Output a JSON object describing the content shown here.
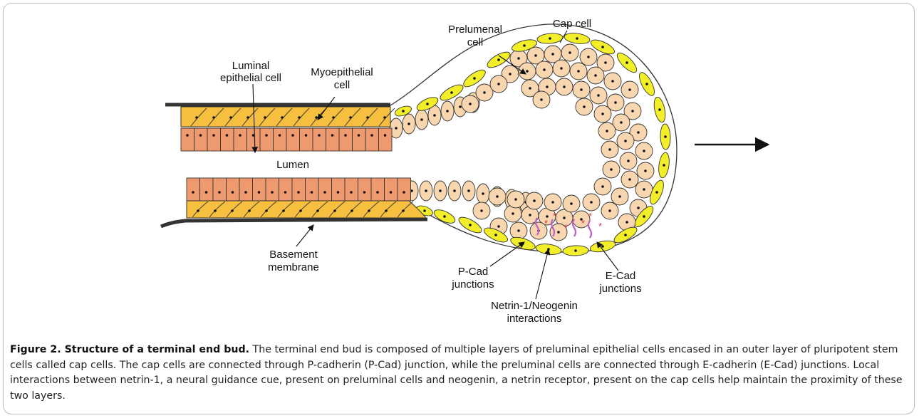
{
  "labels": {
    "prelumenal_cell_1": "Prelumenal",
    "prelumenal_cell_2": "cell",
    "cap_cell": "Cap cell",
    "luminal_1": "Luminal",
    "luminal_2": "epithelial cell",
    "myo_1": "Myoepithelial",
    "myo_2": "cell",
    "lumen": "Lumen",
    "basement_1": "Basement",
    "basement_2": "membrane",
    "pcad_1": "P-Cad",
    "pcad_2": "junctions",
    "ecad_1": "E-Cad",
    "ecad_2": "junctions",
    "netrin_1": "Netrin-1/Neogenin",
    "netrin_2": "interactions"
  },
  "caption": {
    "title": "Figure 2. Structure of a terminal end bud.",
    "body": " The terminal end bud is composed of multiple layers of preluminal epithelial cells encased in an outer layer of pluripotent stem cells called cap cells. The cap cells are connected through P-cadherin (P-Cad) junction, while the preluminal cells are connected through E-cadherin (E-Cad) junctions. Local interactions between netrin-1, a neural guidance cue, present on preluminal cells and neogenin, a netrin receptor, present on the cap cells help maintain the proximity of these two layers."
  },
  "colors": {
    "myoepithelial": "#f7bf3f",
    "luminal": "#ef9a6e",
    "cap": "#f2ee2a",
    "prelumenal": "#f8d6b0",
    "junction_marker": "#e0304a",
    "netrin": "#c060c8"
  }
}
